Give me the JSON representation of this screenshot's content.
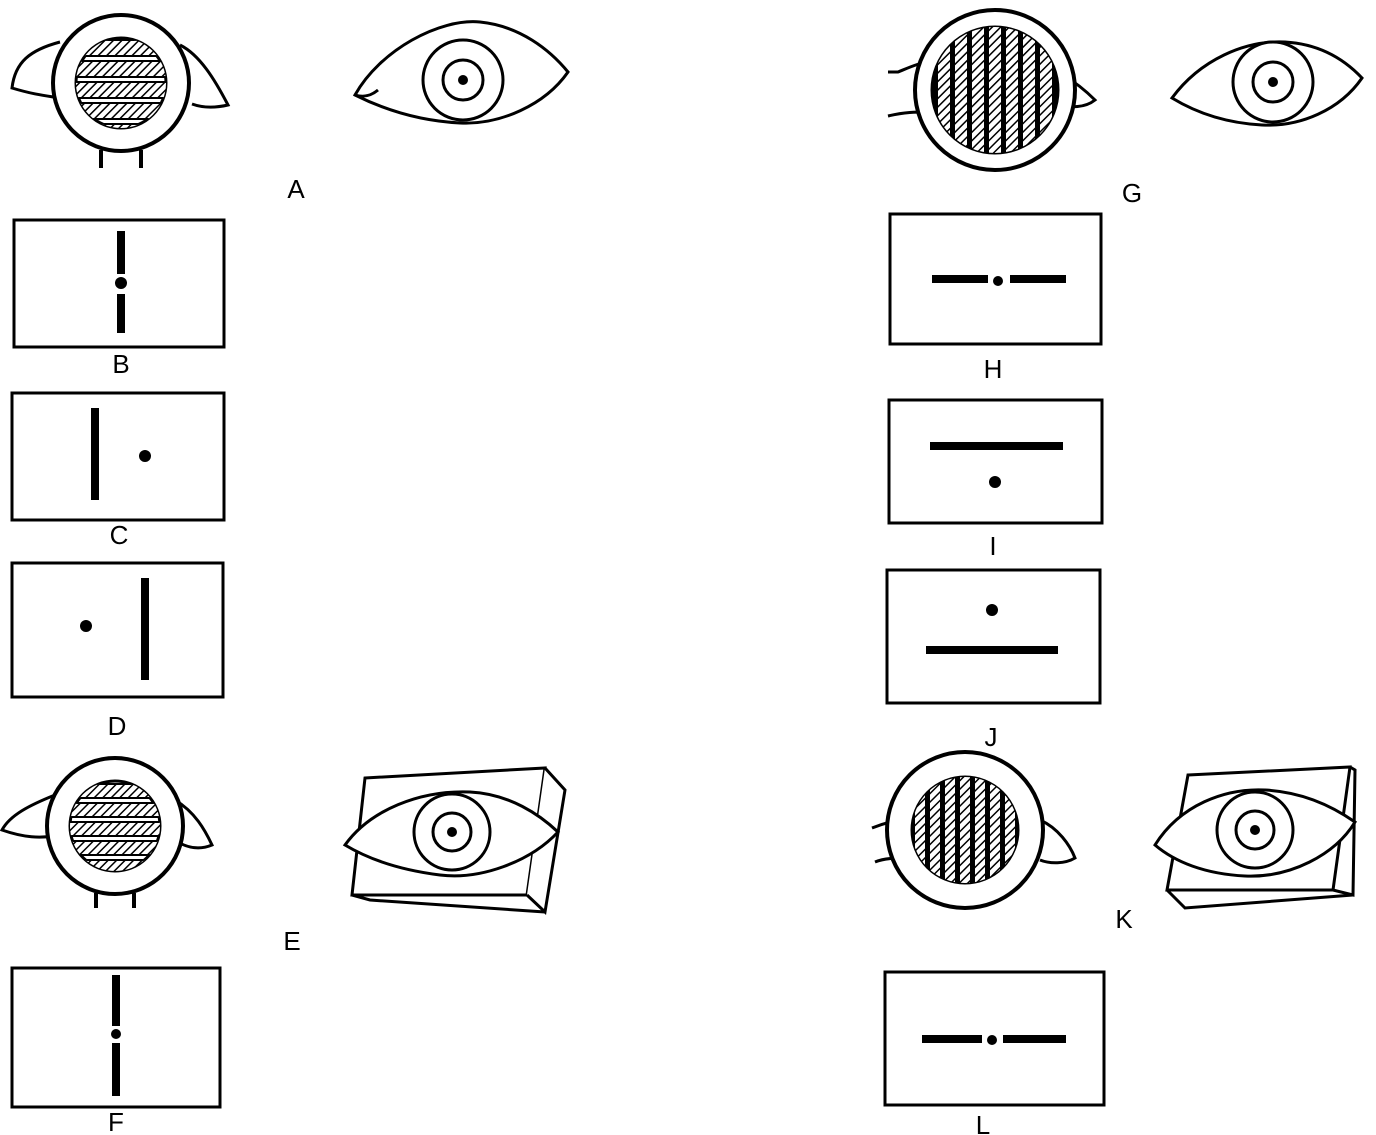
{
  "colors": {
    "ink": "#000000",
    "paper": "#ffffff"
  },
  "labels": {
    "A": "A",
    "B": "B",
    "C": "C",
    "D": "D",
    "E": "E",
    "F": "F",
    "G": "G",
    "H": "H",
    "I": "I",
    "J": "J",
    "K": "K",
    "L": "L"
  }
}
